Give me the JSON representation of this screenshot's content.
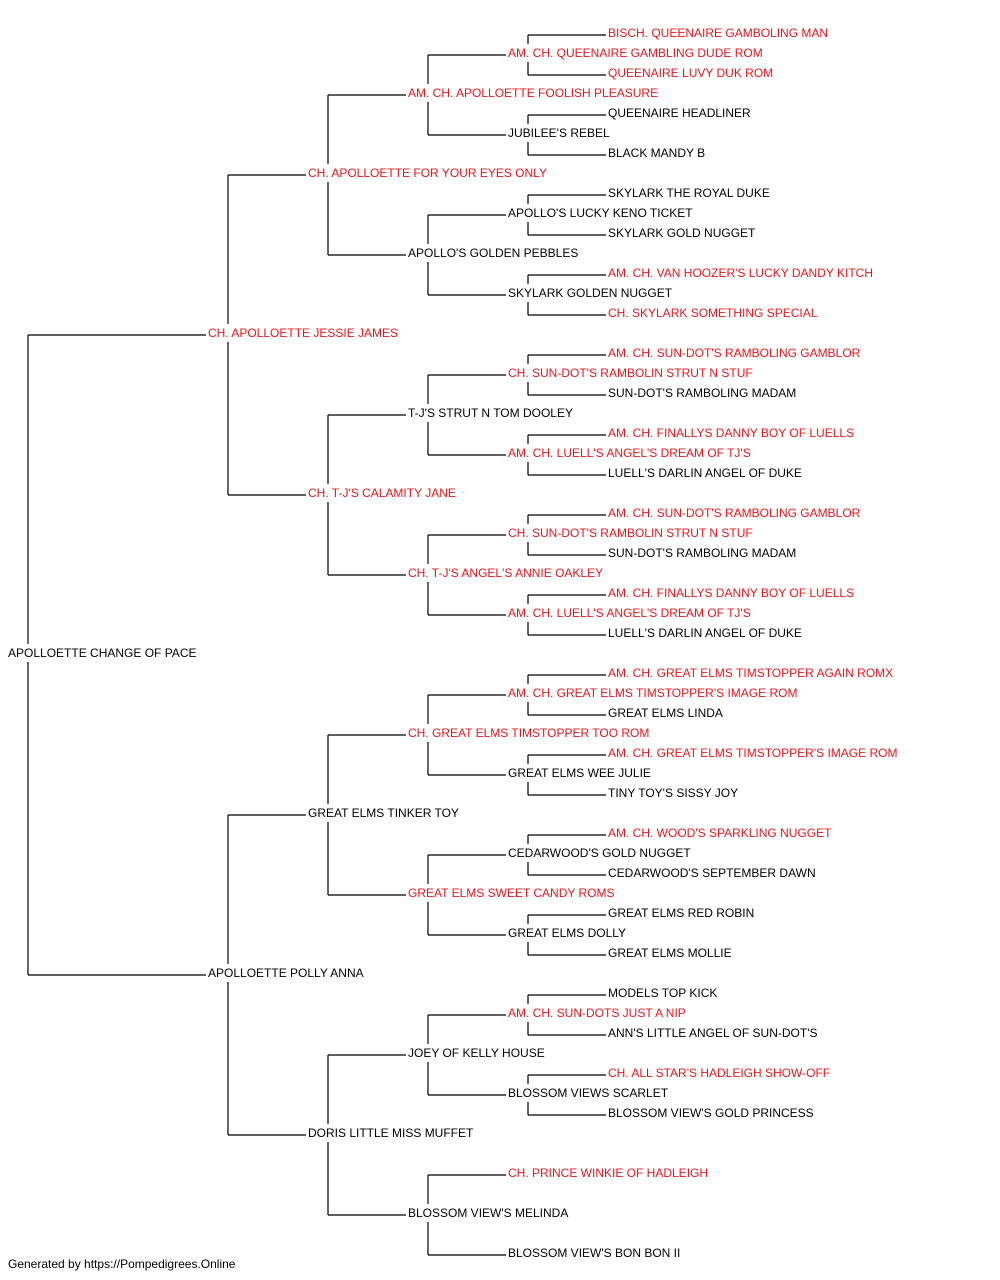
{
  "colors": {
    "champion": "#e8161c",
    "normal": "#000000",
    "line": "#000000"
  },
  "pedigree": {
    "root": {
      "name": "APOLLOETTE CHANGE OF PACE",
      "champion": false
    },
    "gen1": [
      {
        "name": "CH. APOLLOETTE JESSIE JAMES",
        "champion": true
      },
      {
        "name": "APOLLOETTE POLLY ANNA",
        "champion": false
      }
    ],
    "gen2": [
      {
        "name": "CH. APOLLOETTE FOR YOUR EYES ONLY",
        "champion": true
      },
      {
        "name": "CH. T-J'S CALAMITY JANE",
        "champion": true
      },
      {
        "name": "GREAT ELMS TINKER TOY",
        "champion": false
      },
      {
        "name": "DORIS LITTLE MISS MUFFET",
        "champion": false
      }
    ],
    "gen3": [
      {
        "name": "AM. CH. APOLLOETTE FOOLISH PLEASURE",
        "champion": true
      },
      {
        "name": "APOLLO'S GOLDEN PEBBLES",
        "champion": false
      },
      {
        "name": "T-J'S STRUT N TOM DOOLEY",
        "champion": false
      },
      {
        "name": "CH. T-J'S ANGEL'S ANNIE OAKLEY",
        "champion": true
      },
      {
        "name": "CH. GREAT ELMS TIMSTOPPER TOO ROM",
        "champion": true
      },
      {
        "name": "GREAT ELMS SWEET CANDY ROMS",
        "champion": true
      },
      {
        "name": "JOEY OF KELLY HOUSE",
        "champion": false
      },
      {
        "name": "BLOSSOM VIEW'S MELINDA",
        "champion": false
      }
    ],
    "gen4": [
      {
        "name": "AM. CH. QUEENAIRE GAMBLING DUDE ROM",
        "champion": true
      },
      {
        "name": "JUBILEE'S REBEL",
        "champion": false
      },
      {
        "name": "APOLLO'S LUCKY KENO TICKET",
        "champion": false
      },
      {
        "name": "SKYLARK GOLDEN NUGGET",
        "champion": false
      },
      {
        "name": "CH. SUN-DOT'S RAMBOLIN STRUT N STUF",
        "champion": true
      },
      {
        "name": "AM. CH. LUELL'S ANGEL'S DREAM OF TJ'S",
        "champion": true
      },
      {
        "name": "CH. SUN-DOT'S RAMBOLIN STRUT N STUF",
        "champion": true
      },
      {
        "name": "AM. CH. LUELL'S ANGEL'S DREAM OF TJ'S",
        "champion": true
      },
      {
        "name": "AM. CH. GREAT ELMS TIMSTOPPER'S IMAGE ROM",
        "champion": true
      },
      {
        "name": "GREAT ELMS WEE JULIE",
        "champion": false
      },
      {
        "name": "CEDARWOOD'S GOLD NUGGET",
        "champion": false
      },
      {
        "name": "GREAT ELMS DOLLY",
        "champion": false
      },
      {
        "name": "AM. CH. SUN-DOTS JUST A NIP",
        "champion": true
      },
      {
        "name": "BLOSSOM VIEWS SCARLET",
        "champion": false
      },
      {
        "name": "CH. PRINCE WINKIE OF HADLEIGH",
        "champion": true
      },
      {
        "name": "BLOSSOM VIEW'S BON BON II",
        "champion": false
      }
    ],
    "gen5": [
      {
        "name": "BISCH. QUEENAIRE GAMBOLING MAN",
        "champion": true
      },
      {
        "name": "QUEENAIRE LUVY DUK ROM",
        "champion": true
      },
      {
        "name": "QUEENAIRE HEADLINER",
        "champion": false
      },
      {
        "name": "BLACK MANDY B",
        "champion": false
      },
      {
        "name": "SKYLARK THE ROYAL DUKE",
        "champion": false
      },
      {
        "name": "SKYLARK GOLD NUGGET",
        "champion": false
      },
      {
        "name": "AM. CH. VAN HOOZER'S LUCKY DANDY KITCH",
        "champion": true
      },
      {
        "name": "CH. SKYLARK SOMETHING SPECIAL",
        "champion": true
      },
      {
        "name": "AM. CH. SUN-DOT'S RAMBOLING GAMBLOR",
        "champion": true
      },
      {
        "name": "SUN-DOT'S RAMBOLING MADAM",
        "champion": false
      },
      {
        "name": "AM. CH. FINALLYS DANNY BOY OF LUELLS",
        "champion": true
      },
      {
        "name": "LUELL'S DARLIN ANGEL OF DUKE",
        "champion": false
      },
      {
        "name": "AM. CH. SUN-DOT'S RAMBOLING GAMBLOR",
        "champion": true
      },
      {
        "name": "SUN-DOT'S RAMBOLING MADAM",
        "champion": false
      },
      {
        "name": "AM. CH. FINALLYS DANNY BOY OF LUELLS",
        "champion": true
      },
      {
        "name": "LUELL'S DARLIN ANGEL OF DUKE",
        "champion": false
      },
      {
        "name": "AM. CH. GREAT ELMS TIMSTOPPER AGAIN ROMX",
        "champion": true
      },
      {
        "name": "GREAT ELMS LINDA",
        "champion": false
      },
      {
        "name": "AM. CH. GREAT ELMS TIMSTOPPER'S IMAGE ROM",
        "champion": true
      },
      {
        "name": "TINY TOY'S SISSY JOY",
        "champion": false
      },
      {
        "name": "AM. CH. WOOD'S SPARKLING NUGGET",
        "champion": true
      },
      {
        "name": "CEDARWOOD'S SEPTEMBER DAWN",
        "champion": false
      },
      {
        "name": "GREAT ELMS RED ROBIN",
        "champion": false
      },
      {
        "name": "GREAT ELMS MOLLIE",
        "champion": false
      },
      {
        "name": "MODELS TOP KICK",
        "champion": false
      },
      {
        "name": "ANN'S LITTLE ANGEL OF SUN-DOT'S",
        "champion": false
      },
      {
        "name": "CH. ALL STAR'S HADLEIGH SHOW-OFF",
        "champion": true
      },
      {
        "name": "BLOSSOM VIEW'S GOLD PRINCESS",
        "champion": false
      },
      null,
      null,
      null,
      null
    ]
  },
  "footer": {
    "text": "Generated by https://Pompedigrees.Online"
  }
}
